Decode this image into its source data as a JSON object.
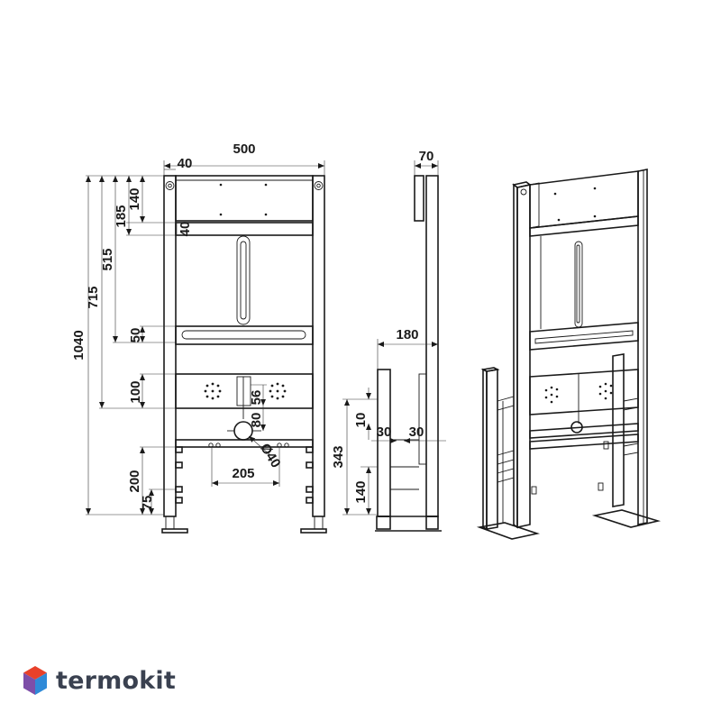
{
  "brand": {
    "name": "termokit",
    "logo_colors": [
      "#e8412a",
      "#7d4ea8",
      "#2f8ad8",
      "#3c7fc4"
    ]
  },
  "dimensions": {
    "front_width": "500",
    "front_post": "40",
    "side_depth": "70",
    "height_total": "1040",
    "height_715": "715",
    "height_515": "515",
    "height_185": "185",
    "height_140_top": "140",
    "rail_40": "40",
    "rail_50": "50",
    "plate_100": "100",
    "bottom_200": "200",
    "bottom_75": "75",
    "pipe_spacing": "205",
    "pipe_offset_56": "56",
    "pipe_offset_80": "80",
    "pipe_diameter": "Ø40",
    "side_180": "180",
    "side_10": "10",
    "side_30_left": "30",
    "side_30_right": "30",
    "side_343": "343",
    "side_140": "140"
  },
  "colors": {
    "line": "#1a1a1a"
  }
}
